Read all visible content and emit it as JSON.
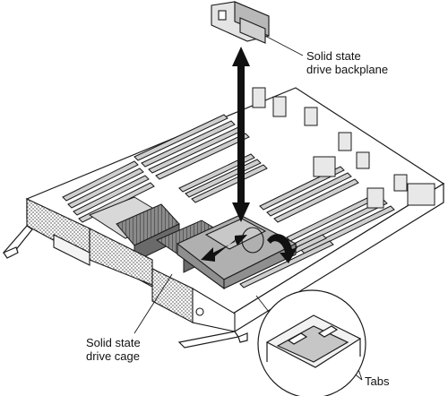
{
  "callouts": {
    "backplane": {
      "line1": "Solid state",
      "line2": "drive backplane"
    },
    "cage": {
      "line1": "Solid state",
      "line2": "drive cage"
    },
    "tabs": {
      "label": "Tabs"
    }
  },
  "colors": {
    "line": "#1a1a1a",
    "board_fill": "#ffffff",
    "component_gray": "#9a9a9a",
    "dark_gray": "#555555",
    "cage_fill": "#b0b0b0",
    "arrow": "#111111"
  },
  "icons": {
    "lift_arrow": "up-down-arrow",
    "slide_arrow": "left-right-arrow",
    "rotate_arrow": "curved-rotate-arrow"
  }
}
